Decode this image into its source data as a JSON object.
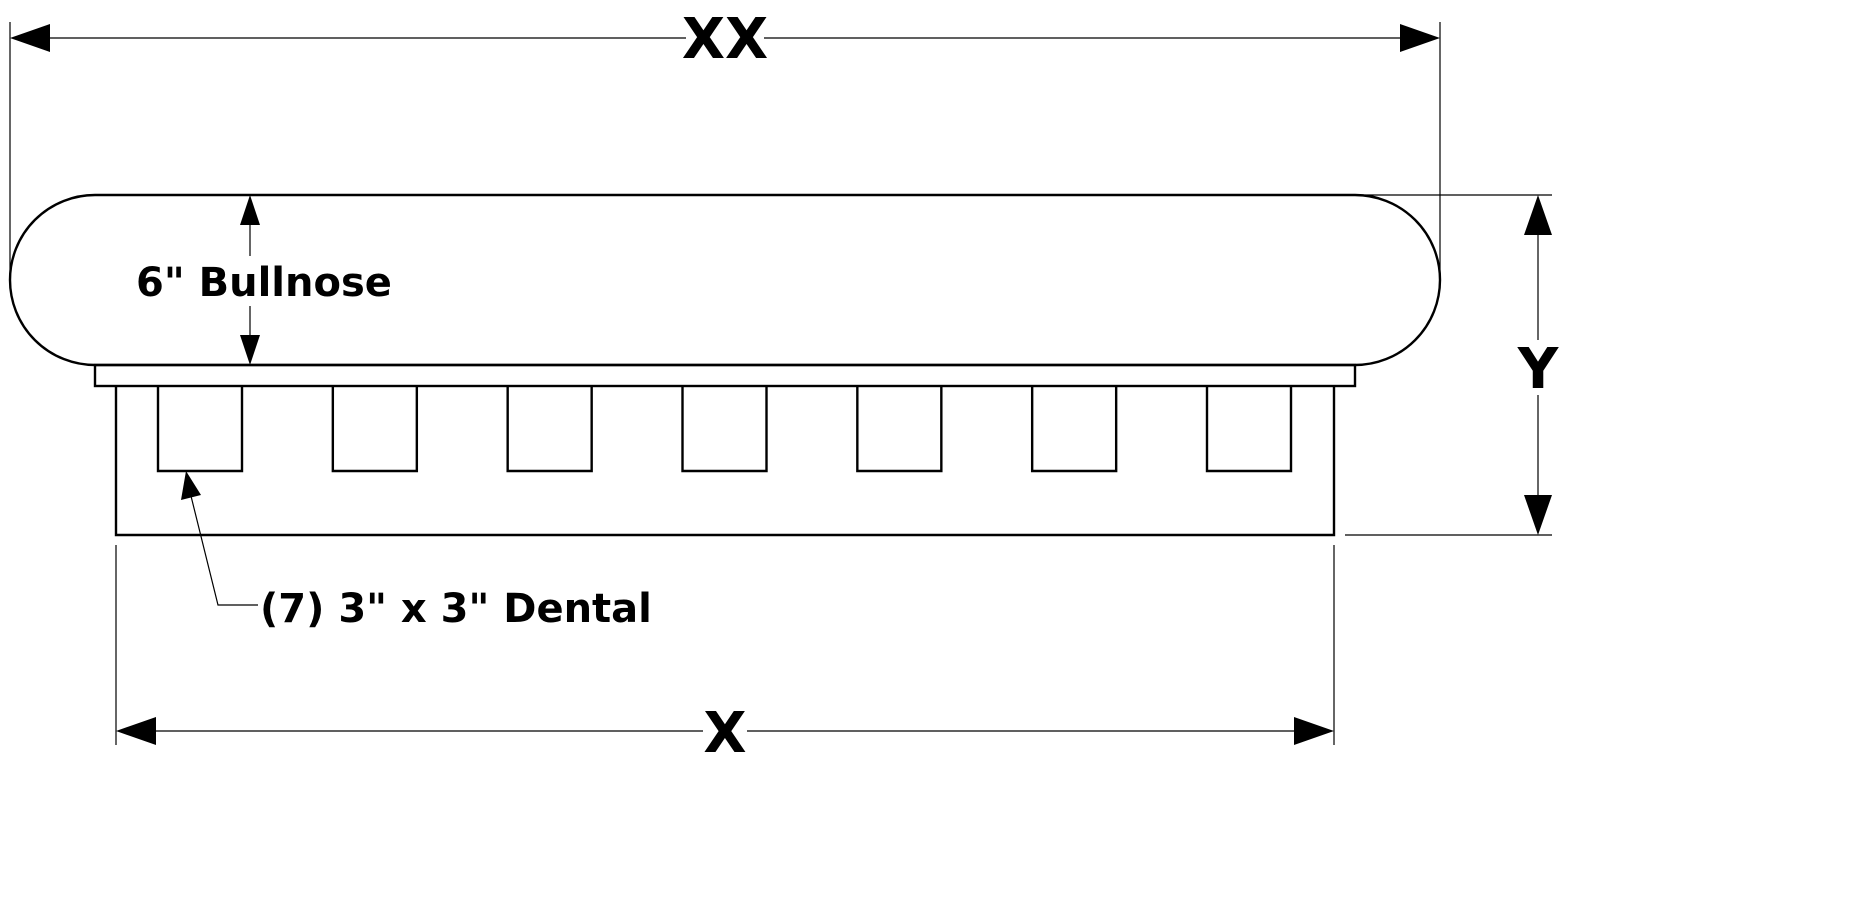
{
  "dimensions": {
    "overall_width_label": "XX",
    "body_width_label": "X",
    "height_label": "Y"
  },
  "annotations": {
    "bullnose_label": "6\" Bullnose",
    "dental_label": "(7) 3\" x 3\" Dental"
  },
  "dental_count": 7,
  "colors": {
    "line": "#000000",
    "background": "#ffffff"
  }
}
